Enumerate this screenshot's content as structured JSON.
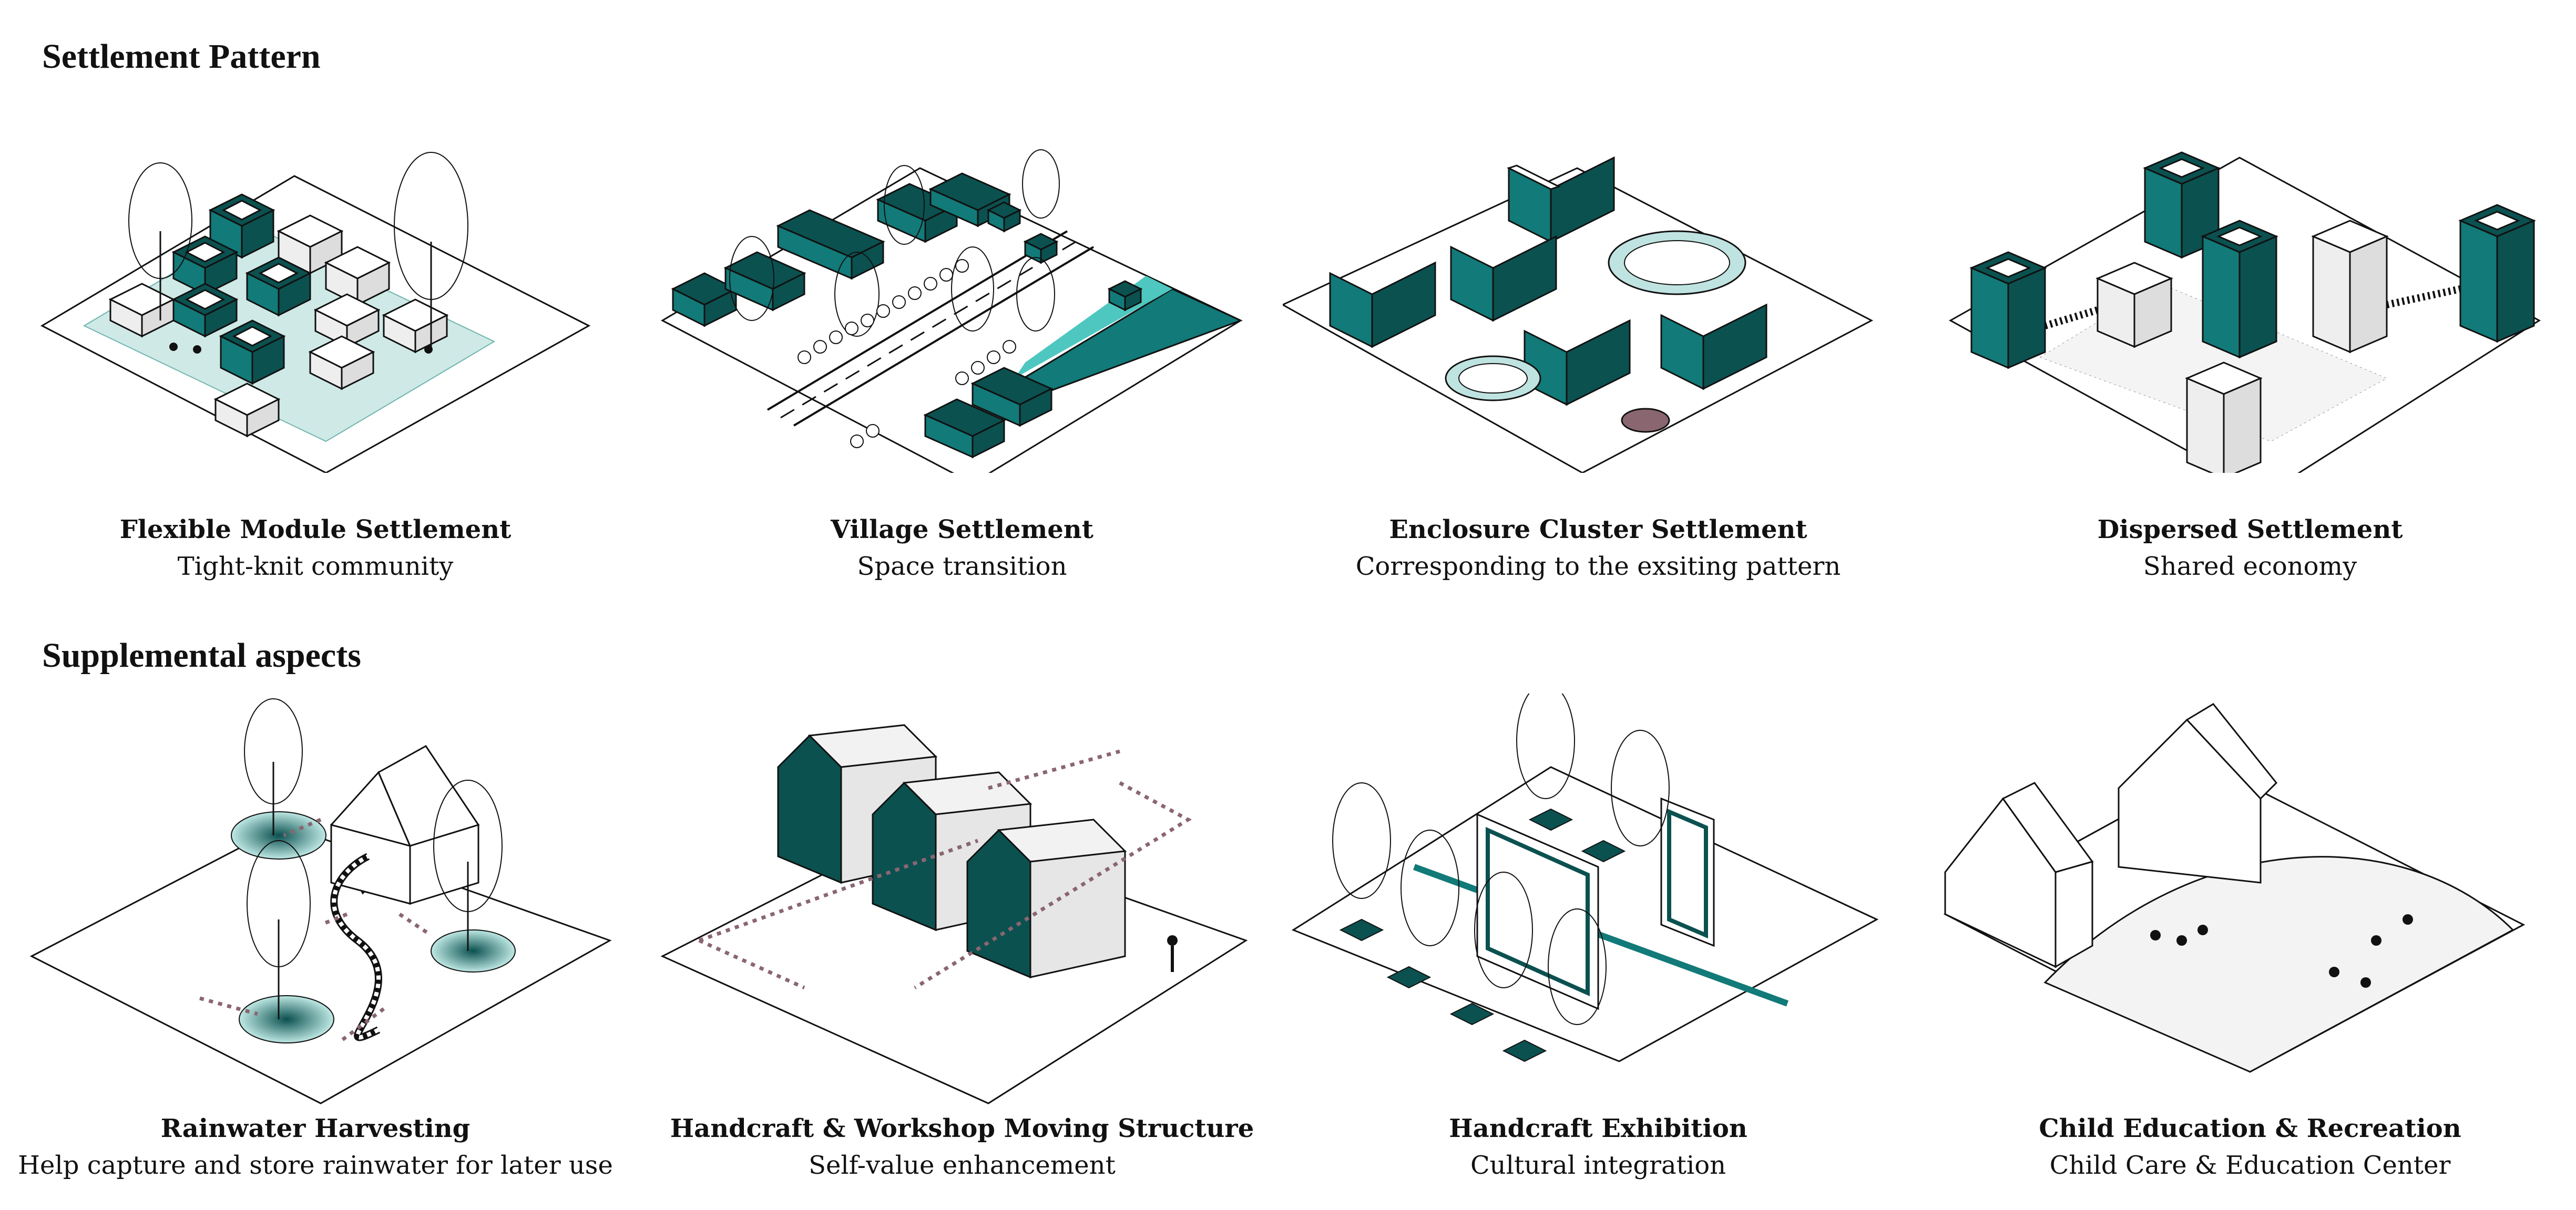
{
  "sections": {
    "settlement_title": "Settlement Pattern",
    "supplemental_title": "Supplemental aspects"
  },
  "settlement": [
    {
      "title": "Flexible Module Settlement",
      "subtitle": "Tight-knit community"
    },
    {
      "title": "Village Settlement",
      "subtitle": "Space transition"
    },
    {
      "title": "Enclosure Cluster Settlement",
      "subtitle": "Corresponding to the exsiting pattern"
    },
    {
      "title": "Dispersed Settlement",
      "subtitle": "Shared economy"
    }
  ],
  "supplemental": [
    {
      "title": "Rainwater Harvesting",
      "subtitle": "Help capture and store rainwater for later use"
    },
    {
      "title": "Handcraft & Workshop Moving Structure",
      "subtitle": "Self-value enhancement"
    },
    {
      "title": "Handcraft Exhibition",
      "subtitle": "Cultural integration"
    },
    {
      "title": "Child Education & Recreation",
      "subtitle": "Child Care & Education Center"
    }
  ],
  "colors": {
    "teal_dark": "#0b5150",
    "teal": "#127a78",
    "teal_light": "#4ec7c0",
    "mauve": "#8a6670",
    "line": "#111111"
  }
}
